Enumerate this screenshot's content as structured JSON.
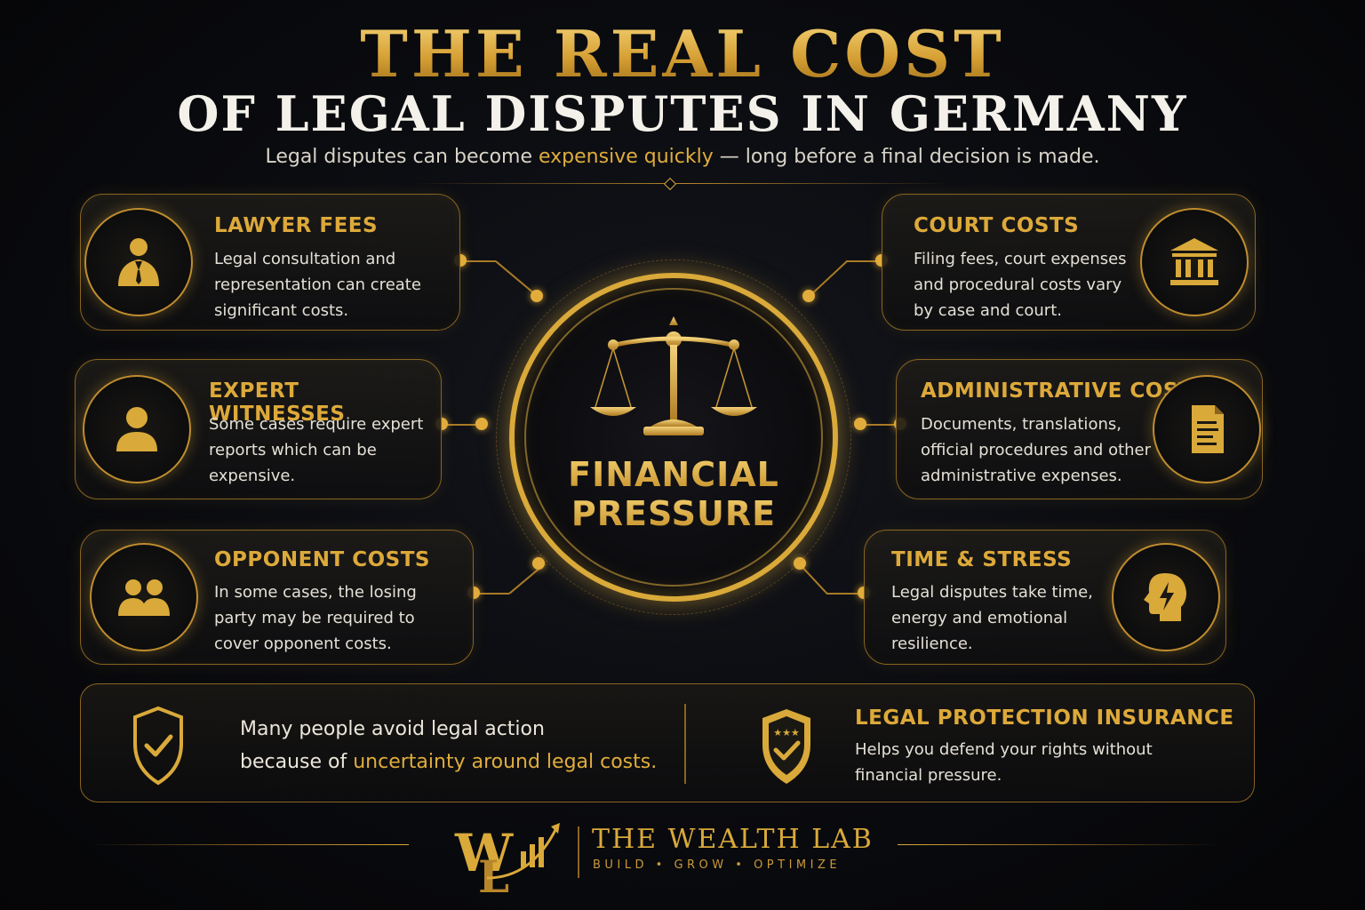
{
  "header": {
    "title_line1": "THE REAL COST",
    "title_line2": "OF LEGAL DISPUTES IN GERMANY",
    "subtitle_before": "Legal disputes can become ",
    "subtitle_highlight": "expensive quickly",
    "subtitle_after": " — long before a final decision is made."
  },
  "center": {
    "label_line1": "FINANCIAL",
    "label_line2": "PRESSURE",
    "icon": "scales-of-justice-icon"
  },
  "cards": {
    "lawyer_fees": {
      "title": "LAWYER FEES",
      "line1": "Legal consultation and",
      "line2": "representation can create",
      "line3": "significant costs.",
      "icon": "lawyer-icon"
    },
    "expert_witnesses": {
      "title": "EXPERT WITNESSES",
      "line1": "Some cases require expert",
      "line2": "reports which can be",
      "line3": "expensive.",
      "icon": "person-icon"
    },
    "opponent_costs": {
      "title": "OPPONENT COSTS",
      "line1": "In some cases, the losing",
      "line2": "party may be required to",
      "line3": "cover opponent costs.",
      "icon": "group-icon"
    },
    "court_costs": {
      "title": "COURT COSTS",
      "line1": "Filing fees, court expenses",
      "line2": "and procedural costs vary",
      "line3": "by case and court.",
      "icon": "courthouse-icon"
    },
    "administrative_costs": {
      "title": "ADMINISTRATIVE COSTS",
      "line1": "Documents, translations,",
      "line2": "official procedures and other",
      "line3": "administrative expenses.",
      "icon": "document-icon"
    },
    "time_stress": {
      "title": "TIME & STRESS",
      "line1": "Legal disputes take time,",
      "line2": "energy and emotional",
      "line3": "resilience.",
      "icon": "head-lightning-icon"
    }
  },
  "bottom": {
    "left_line1": "Many people avoid legal action",
    "left_line2_before": "because of ",
    "left_line2_highlight": "uncertainty around legal costs.",
    "left_icon": "shield-check-icon",
    "right_title": "LEGAL PROTECTION INSURANCE",
    "right_line1": "Helps you defend your rights without",
    "right_line2": "financial pressure.",
    "right_icon": "shield-stars-check-icon"
  },
  "footer": {
    "brand": "THE WEALTH LAB",
    "tagline": "BUILD • GROW • OPTIMIZE",
    "logo": "wl-monogram-logo"
  },
  "colors": {
    "gold": "#d9a93a",
    "background": "#0a0b0f",
    "text": "#e4e0d6"
  }
}
